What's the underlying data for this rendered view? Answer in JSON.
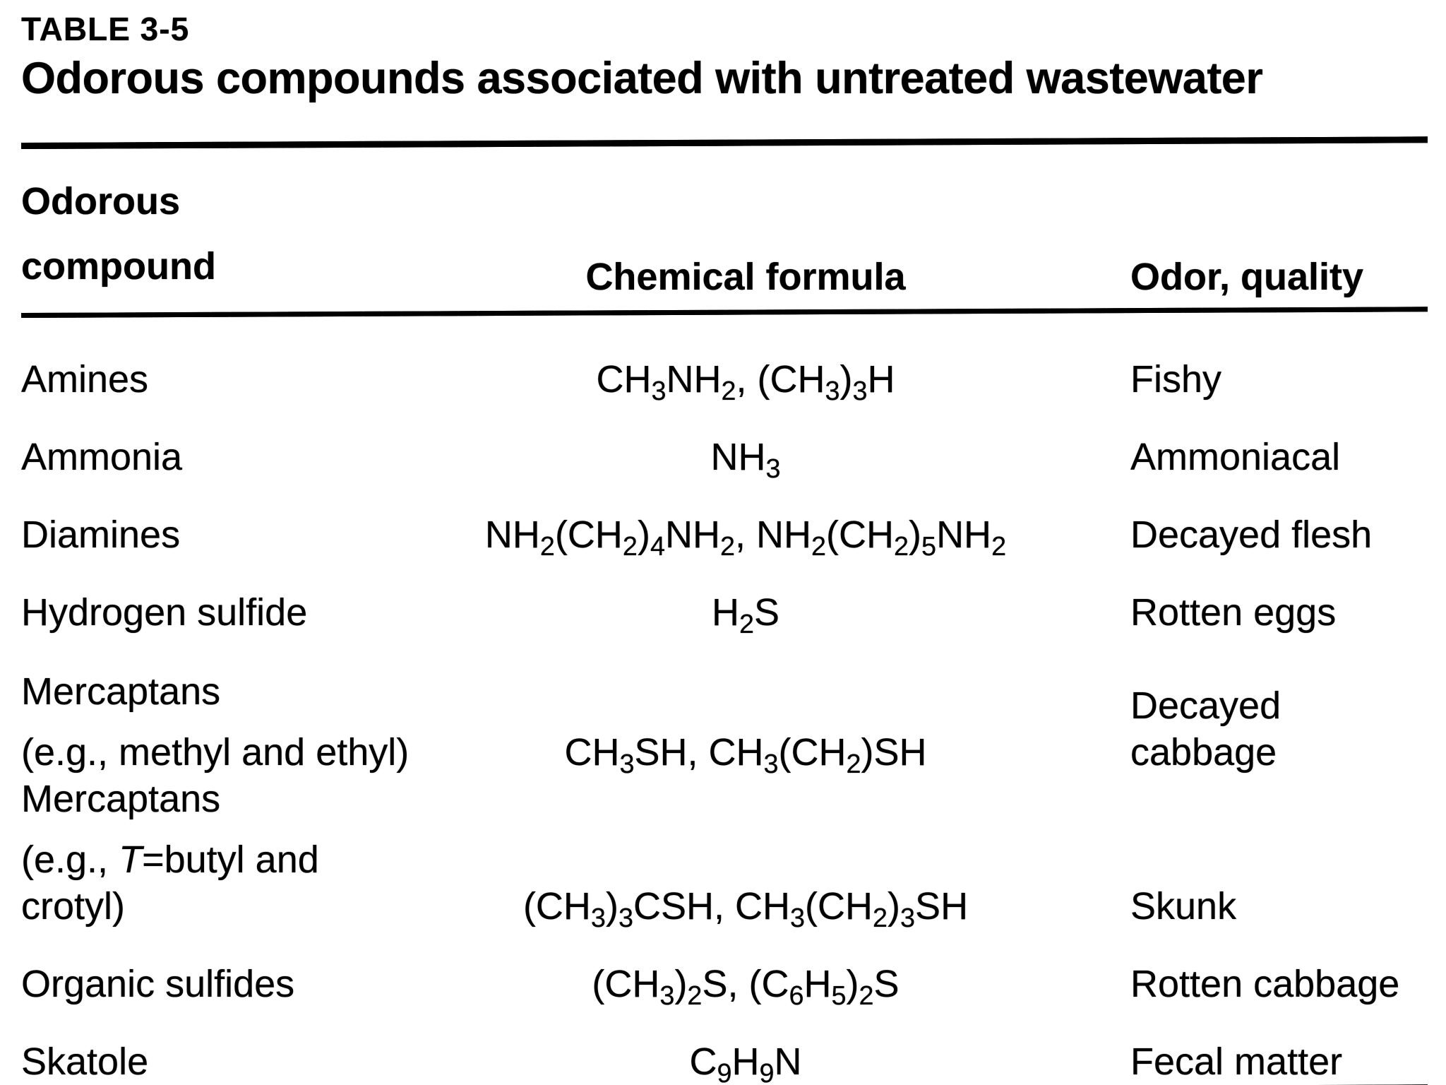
{
  "table": {
    "label": "TABLE 3-5",
    "title": "Odorous compounds associated with untreated wastewater",
    "header": {
      "col1_line1": "Odorous",
      "col1_line2": "compound",
      "col2": "Chemical formula",
      "col3": "Odor, quality"
    },
    "rows": [
      {
        "compound": "Amines",
        "note": "",
        "formula": "CH_3NH_2, (CH_3)_3H",
        "odor": "Fishy"
      },
      {
        "compound": "Ammonia",
        "note": "",
        "formula": "NH_3",
        "odor": "Ammoniacal"
      },
      {
        "compound": "Diamines",
        "note": "",
        "formula": "NH_2(CH_2)_4NH_2, NH_2(CH_2)_5NH_2",
        "odor": "Decayed flesh"
      },
      {
        "compound": "Hydrogen sulfide",
        "note": "",
        "formula": "H_2S",
        "odor": "Rotten eggs"
      },
      {
        "compound": "Mercaptans",
        "note": "(e.g., methyl and ethyl)",
        "formula": "CH_3SH, CH_3(CH_2)SH",
        "odor": "Decayed cabbage"
      },
      {
        "compound": "Mercaptans",
        "note": "(e.g., *T*=butyl and crotyl)",
        "formula": "(CH_3)_3CSH, CH_3(CH_2)_3SH",
        "odor": "Skunk"
      },
      {
        "compound": "Organic sulfides",
        "note": "",
        "formula": "(CH_3)_2S, (C_6H_5)_2S",
        "odor": "Rotten cabbage"
      },
      {
        "compound": "Skatole",
        "note": "",
        "formula": "C_9H_9N",
        "odor": "Fecal matter"
      }
    ]
  }
}
